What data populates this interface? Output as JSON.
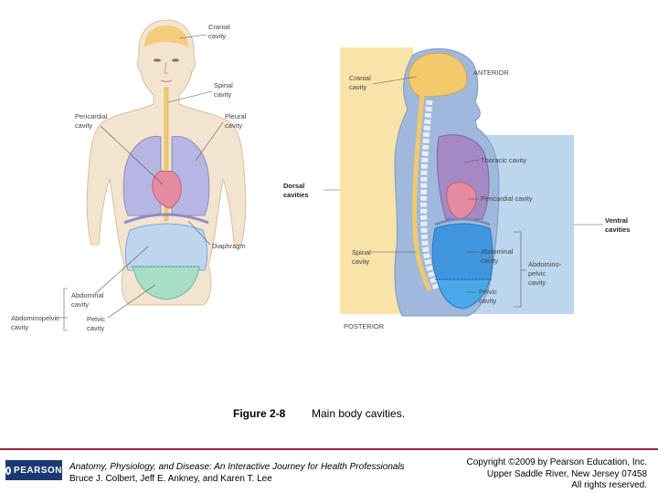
{
  "figure": {
    "front_labels": {
      "cranial": [
        "Cranial",
        "cavity"
      ],
      "spinal": [
        "Spinal",
        "cavity"
      ],
      "pericardial": [
        "Pericardial",
        "cavity"
      ],
      "pleural": [
        "Pleural",
        "cavity"
      ],
      "diaphragm": "Diaphragm",
      "abdominal": [
        "Abdominal",
        "cavity"
      ],
      "abdominopelvic": [
        "Abdominopelvic",
        "cavity"
      ],
      "pelvic": [
        "Pelvic",
        "cavity"
      ]
    },
    "side_labels": {
      "cranial": [
        "Cranial",
        "cavity"
      ],
      "anterior": "ANTERIOR",
      "thoracic": "Thoracic cavity",
      "dorsal": [
        "Dorsal",
        "cavities"
      ],
      "pericardial": "Pericardial cavity",
      "ventral": [
        "Ventral",
        "cavities"
      ],
      "spinal": [
        "Spinal",
        "cavity"
      ],
      "abdominal": [
        "Abdominal",
        "cavity"
      ],
      "abdominopelvic": [
        "Abdomino-",
        "pelvic",
        "cavity"
      ],
      "pelvic": [
        "Pelvic",
        "cavity"
      ],
      "posterior": "POSTERIOR"
    }
  },
  "caption": {
    "figure_number": "Figure 2-8",
    "title": "Main body cavities."
  },
  "footer": {
    "publisher_logo": "PEARSON",
    "book_title": "Anatomy, Physiology, and Disease: An Interactive Journey for Health Professionals",
    "authors": "Bruce J. Colbert, Jeff E. Ankney, and Karen T. Lee",
    "copyright_line1": "Copyright ©2009 by Pearson Education, Inc.",
    "copyright_line2": "Upper Saddle River, New Jersey 07458",
    "copyright_line3": "All rights reserved."
  },
  "colors": {
    "skin": "#f3e4d0",
    "cranial": "#f2c96b",
    "pleural": "#b7b6e2",
    "pericardial": "#e48ba2",
    "abdominal": "#5aa6e0",
    "pelvic": "#a8ddc8",
    "dorsal_panel": "#f9e3a8",
    "ventral_panel": "#bcd6ee",
    "side_body": "#9fb8dc",
    "accent": "#a0203a"
  }
}
